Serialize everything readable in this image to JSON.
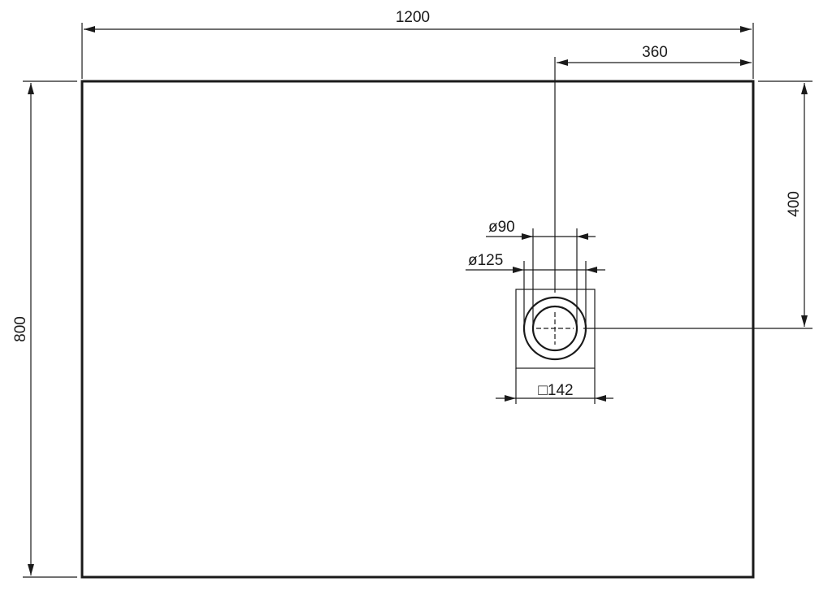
{
  "drawing": {
    "line_color": "#1a1a1a",
    "background": "#ffffff",
    "width_label": "1200",
    "height_label": "800",
    "drain_offset_x_label": "360",
    "drain_offset_y_label": "400",
    "inner_diameter_label": "ø90",
    "outer_diameter_label": "ø125",
    "square_size_label": "□142"
  }
}
